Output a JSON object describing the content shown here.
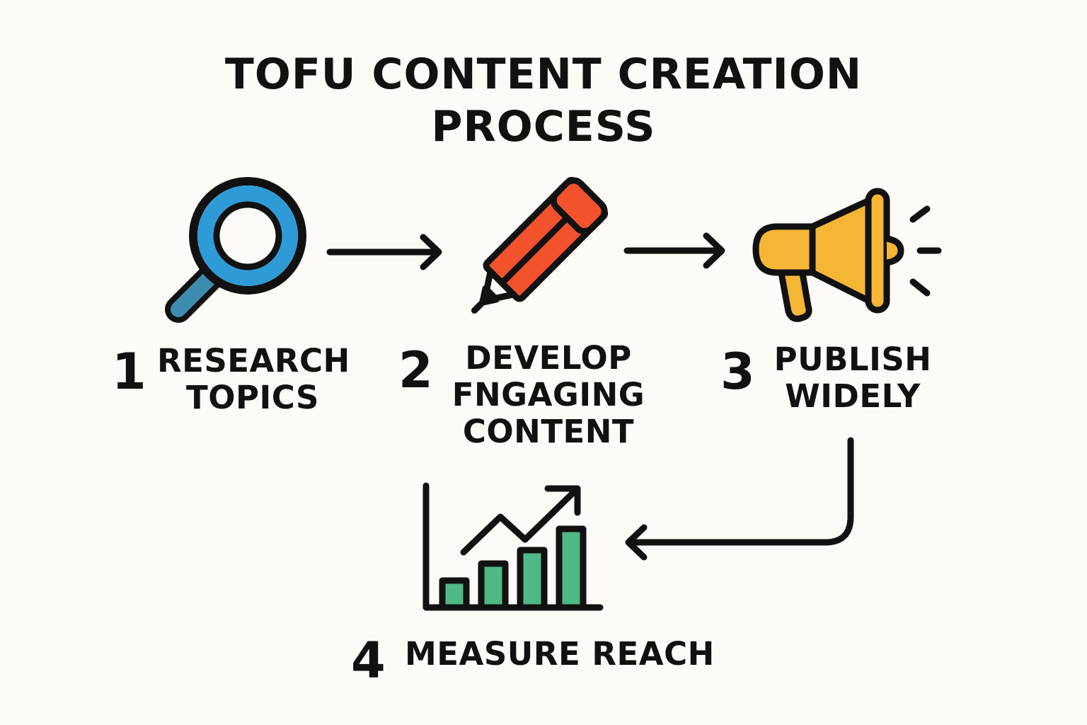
{
  "title": {
    "line1": "TOFU CONTENT CREATION",
    "line2": "PROCESS"
  },
  "steps": [
    {
      "number": "1",
      "lines": [
        "RESEARCH",
        "TOPICS"
      ],
      "icon": "magnifying-glass-icon",
      "color": "#2f9bd6"
    },
    {
      "number": "2",
      "lines": [
        "DEVELOP",
        "FNGAGING",
        "CONTENT"
      ],
      "icon": "pencil-icon",
      "color": "#f2532d"
    },
    {
      "number": "3",
      "lines": [
        "PUBLISH",
        "WIDELY"
      ],
      "icon": "megaphone-icon",
      "color": "#f5b535"
    },
    {
      "number": "4",
      "lines": [
        "MEASURE REACH"
      ],
      "icon": "bar-chart-growth-icon",
      "color": "#4fb884"
    }
  ],
  "colors": {
    "background": "#fcfbf7",
    "outline": "#111111"
  }
}
